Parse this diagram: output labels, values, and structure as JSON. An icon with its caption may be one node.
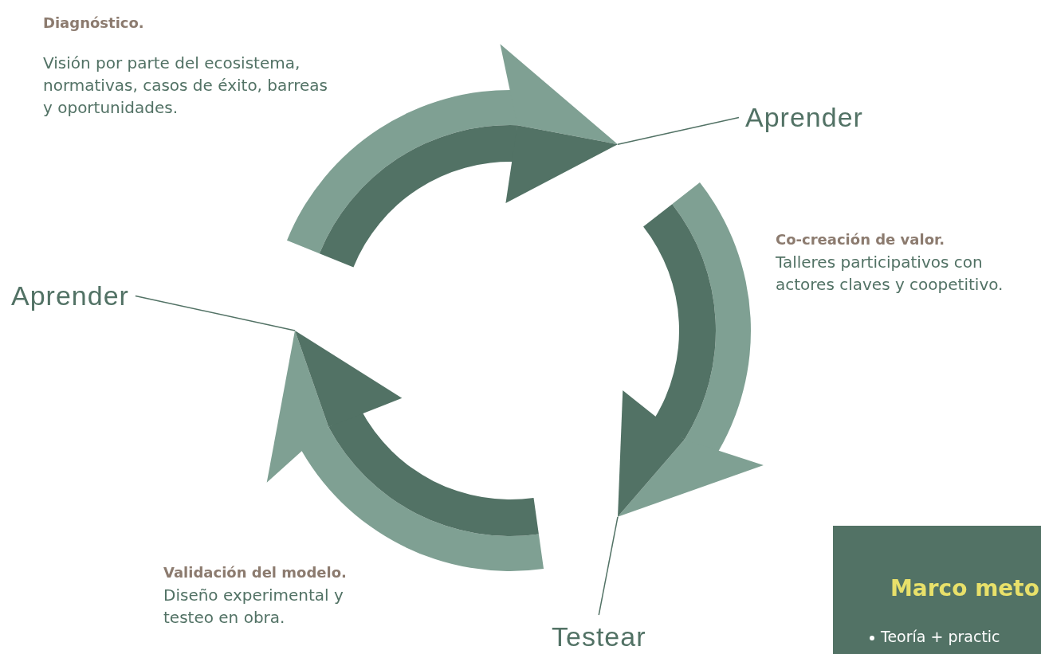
{
  "diagram": {
    "nodes": [
      {
        "text": [
          "Diagnóstico.",
          "Visión por parte del ecosistema, normativas, casos de éxito, barreas y oportunidades."
        ]
      },
      {
        "text": [
          "Co-creación de valor.",
          "Talleres participativos con actores claves y coopetitivo."
        ]
      },
      {
        "text": [
          "Validación del modelo.",
          "Diseño experimental y testeo en obra."
        ]
      },
      {
        "text": [
          "Aprender"
        ]
      },
      {
        "text": [
          "Aprender"
        ]
      },
      {
        "text": [
          "Testear"
        ]
      },
      {
        "text": [
          "Marco meto",
          "Teoría + practic"
        ]
      },
      {
        "text": [],
        "shape": "arrow"
      },
      {
        "text": [],
        "shape": "arrow"
      },
      {
        "text": [],
        "shape": "arrow"
      }
    ],
    "edges": [
      {
        "from": 3,
        "to": 7,
        "arrow": "none"
      },
      {
        "from": 4,
        "to": 9,
        "arrow": "none"
      },
      {
        "from": 5,
        "to": 8,
        "arrow": "none"
      }
    ]
  }
}
